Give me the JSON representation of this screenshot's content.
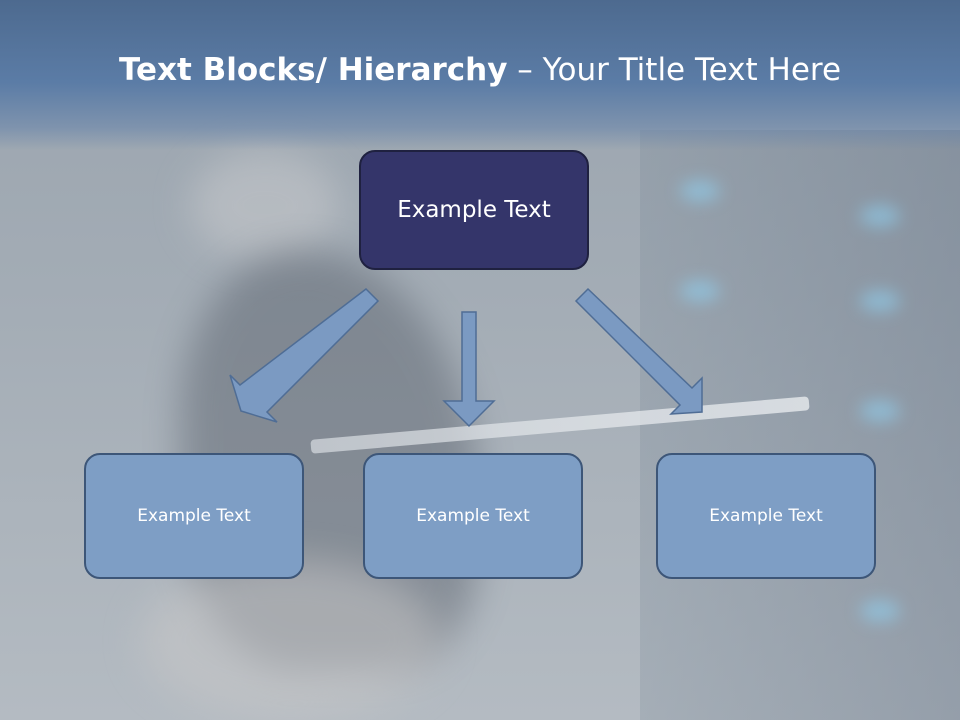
{
  "title": {
    "bold": "Text Blocks/ Hierarchy",
    "rest": " – Your Title Text Here"
  },
  "hierarchy": {
    "root": "Example Text",
    "children": [
      "Example Text",
      "Example Text",
      "Example Text"
    ]
  },
  "colors": {
    "root_fill": "#34356a",
    "child_fill": "#7e9ec5",
    "arrow_fill": "#7b9ac2",
    "title_band": "#5b7ca6"
  }
}
